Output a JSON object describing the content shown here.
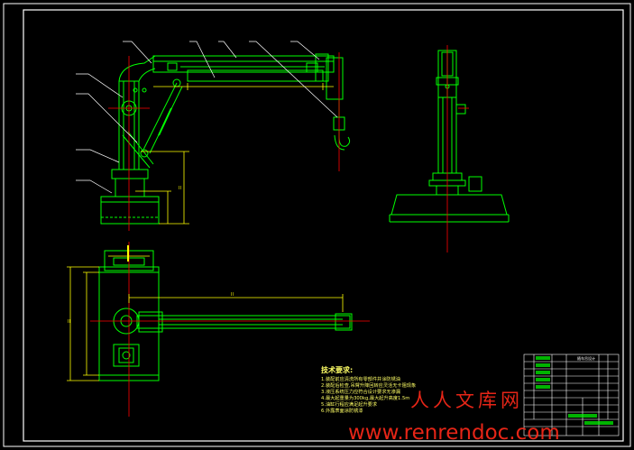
{
  "drawing": {
    "colors": {
      "background": "#000000",
      "frame": "#ffffff",
      "part": "#00ff00",
      "dimension": "#ffff00",
      "centerline": "#ff0000",
      "leader": "#ffffff",
      "watermark": "#ff2a1a"
    },
    "dimensions": {
      "front_height": "II",
      "plan_width": "II",
      "plan_reach": "II"
    },
    "tech_notes": {
      "title": "技术要求:",
      "lines": [
        "1.装配前应清洗所有零部件并涂防锈油",
        "2.装配后检查,吊臂升降回转应灵活无卡阻现象",
        "3.液压系统压力应符合设计要求无渗漏",
        "4.最大起重量为300kg,最大起升高度1.5m",
        "5.油缸行程应满足起升要求",
        "6.外露表面涂防锈漆"
      ]
    },
    "title_block": {
      "name": "随车吊设计"
    },
    "watermark": {
      "cn": "人人文库网",
      "url": "www.renrendoc.com"
    }
  }
}
